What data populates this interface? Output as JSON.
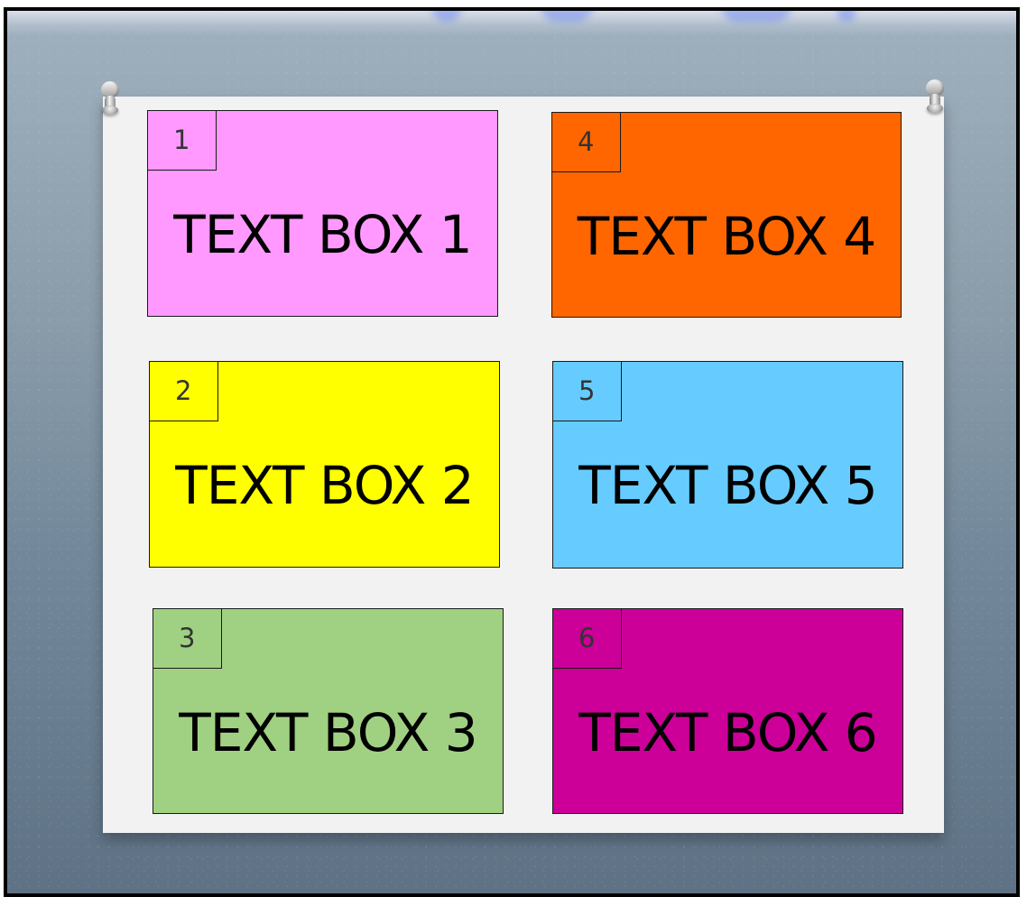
{
  "boxes": [
    {
      "number": "1",
      "label": "TEXT BOX 1",
      "color": "#ff99ff"
    },
    {
      "number": "2",
      "label": "TEXT BOX 2",
      "color": "#ffff00"
    },
    {
      "number": "3",
      "label": "TEXT BOX 3",
      "color": "#a0d182"
    },
    {
      "number": "4",
      "label": "TEXT BOX 4",
      "color": "#ff6600"
    },
    {
      "number": "5",
      "label": "TEXT BOX 5",
      "color": "#66ccff"
    },
    {
      "number": "6",
      "label": "TEXT BOX 6",
      "color": "#cc0099"
    }
  ],
  "decor": {
    "board_color": "#f2f2f2",
    "background_color": "#8a9caa",
    "left_pin_icon": "pushpin-icon",
    "right_pin_icon": "pushpin-icon"
  }
}
